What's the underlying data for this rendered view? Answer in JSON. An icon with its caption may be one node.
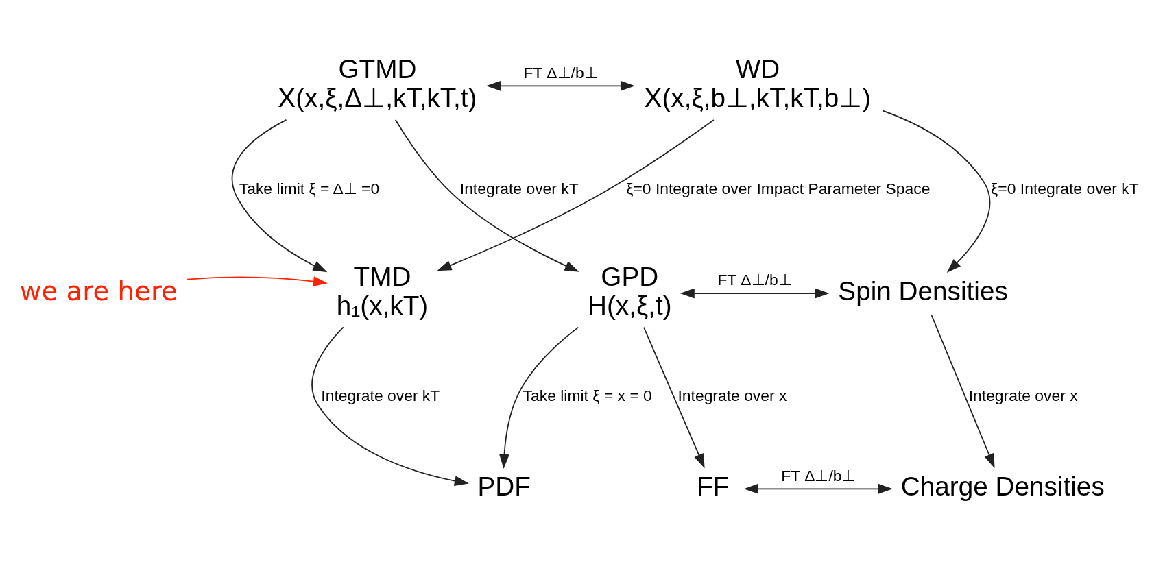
{
  "diagram": {
    "nodes": [
      {
        "text": [
          "GTMD",
          "X(x,ξ,Δ⊥,kT,kT,t)"
        ]
      },
      {
        "text": [
          "WD",
          "X(x,ξ,b⊥,kT,kT,b⊥)"
        ]
      },
      {
        "text": [
          "TMD",
          "h₁(x,kT)"
        ]
      },
      {
        "text": [
          "GPD",
          "H(x,ξ,t)"
        ]
      },
      {
        "text": [
          "Spin Densities"
        ]
      },
      {
        "text": [
          "PDF"
        ]
      },
      {
        "text": [
          "FF"
        ]
      },
      {
        "text": [
          "Charge Densities"
        ]
      },
      {
        "text": [
          "we are here"
        ]
      }
    ],
    "edges": [
      {
        "from": 0,
        "to": 1,
        "arrow": "both",
        "label": "FT Δ⊥/b⊥"
      },
      {
        "from": 0,
        "to": 2,
        "arrow": "to",
        "label": "Take limit ξ = Δ⊥ =0"
      },
      {
        "from": 0,
        "to": 3,
        "arrow": "to",
        "label": "Integrate over kT"
      },
      {
        "from": 1,
        "to": 2,
        "arrow": "to",
        "label": "ξ=0 Integrate over Impact Parameter Space"
      },
      {
        "from": 1,
        "to": 4,
        "arrow": "to",
        "label": "ξ=0 Integrate over kT"
      },
      {
        "from": 3,
        "to": 4,
        "arrow": "both",
        "label": "FT Δ⊥/b⊥"
      },
      {
        "from": 2,
        "to": 5,
        "arrow": "to",
        "label": "Integrate over kT"
      },
      {
        "from": 3,
        "to": 5,
        "arrow": "to",
        "label": "Take limit ξ = x = 0"
      },
      {
        "from": 3,
        "to": 6,
        "arrow": "to",
        "label": "Integrate over x"
      },
      {
        "from": 4,
        "to": 7,
        "arrow": "to",
        "label": "Integrate over x"
      },
      {
        "from": 6,
        "to": 7,
        "arrow": "both",
        "label": "FT Δ⊥/b⊥"
      },
      {
        "from": 8,
        "to": 2,
        "arrow": "to",
        "color": "#ff2200"
      }
    ]
  }
}
